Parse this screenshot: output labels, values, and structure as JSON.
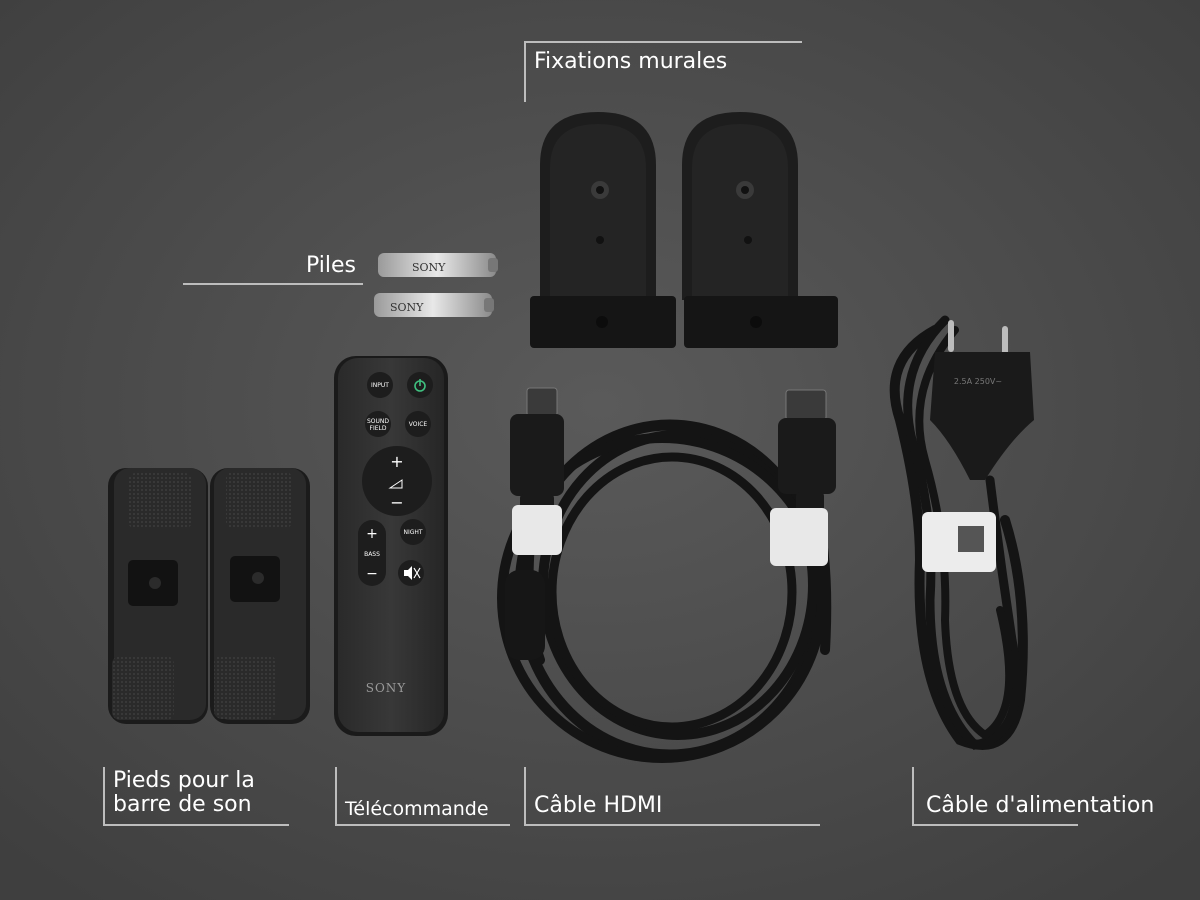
{
  "labels": {
    "wall_mounts": "Fixations murales",
    "batteries": "Piles",
    "feet_line1": "Pieds pour la",
    "feet_line2": "barre de son",
    "remote": "Télécommande",
    "hdmi": "Câble HDMI",
    "power": "Câble d'alimentation"
  },
  "remote": {
    "brand": "SONY",
    "buttons": {
      "input": "INPUT",
      "sound_field_1": "SOUND",
      "sound_field_2": "FIELD",
      "voice": "VOICE",
      "night": "NIGHT",
      "bass": "BASS"
    }
  },
  "battery_brand": "SONY",
  "plug_rating": "2.5A 250V~",
  "colors": {
    "background": "#4a4a4a",
    "object": "#1c1c1c",
    "label_text": "#ffffff",
    "leader_line": "#bdbdbd"
  }
}
